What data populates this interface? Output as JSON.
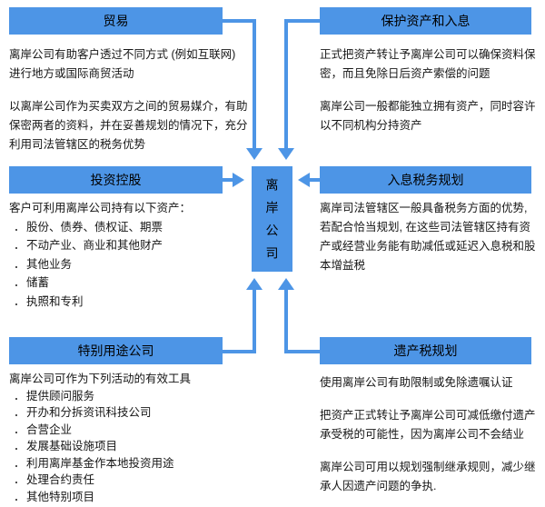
{
  "ui": {
    "bullet": "．"
  },
  "colors": {
    "accent": "#4d95e6"
  },
  "center": {
    "label": "离岸公司"
  },
  "sections": {
    "trade": {
      "title": "贸易",
      "paragraphs": [
        [
          "离岸公司有助客户透过不同方式 (例如互联网)",
          "进行地方或国际商贸活动"
        ],
        [
          "以离岸公司作为买卖双方之间的贸易媒介，有助",
          "保密两者的资料，并在妥善规划的情况下，充分",
          "利用司法管辖区的税务优势"
        ]
      ]
    },
    "protect": {
      "title": "保护资产和入息",
      "paragraphs": [
        [
          "正式把资产转让予离岸公司可以确保资料保",
          "密，而且免除日后资产索偿的问题"
        ],
        [
          "离岸公司一般都能独立拥有资产，同时容许",
          "以不同机构分持资产"
        ]
      ]
    },
    "invest": {
      "title": "投资控股",
      "intro": "客户可利用离岸公司持有以下资产：",
      "items": [
        "股份、债券、债权证、期票",
        "不动产业、商业和其他财产",
        "其他业务",
        "储蓄",
        "执照和专利"
      ]
    },
    "income_tax": {
      "title": "入息税务规划",
      "paragraphs": [
        [
          "离岸司法管辖区一般具备税务方面的优势,",
          "若配合恰当规划, 在这些司法管辖区持有资",
          "产或经营业务能有助减低或延迟入息税和股",
          "本增益税"
        ]
      ]
    },
    "spv": {
      "title": "特别用途公司",
      "intro": "离岸公司可作为下列活动的有效工具",
      "items": [
        "提供顾问服务",
        "开办和分拆资讯科技公司",
        "合营企业",
        "发展基础设施项目",
        "利用离岸基金作本地投资用途",
        "处理合约责任",
        "其他特别项目"
      ]
    },
    "estate": {
      "title": "遗产税规划",
      "paragraphs": [
        [
          "使用离岸公司有助限制或免除遗嘱认证"
        ],
        [
          "把资产正式转让予离岸公司可减低缴付遗产",
          "承受税的可能性，因为离岸公司不会结业"
        ],
        [
          "离岸公司可用以规划强制继承规则，减少继",
          "承人因遗产问题的争执."
        ]
      ]
    }
  }
}
